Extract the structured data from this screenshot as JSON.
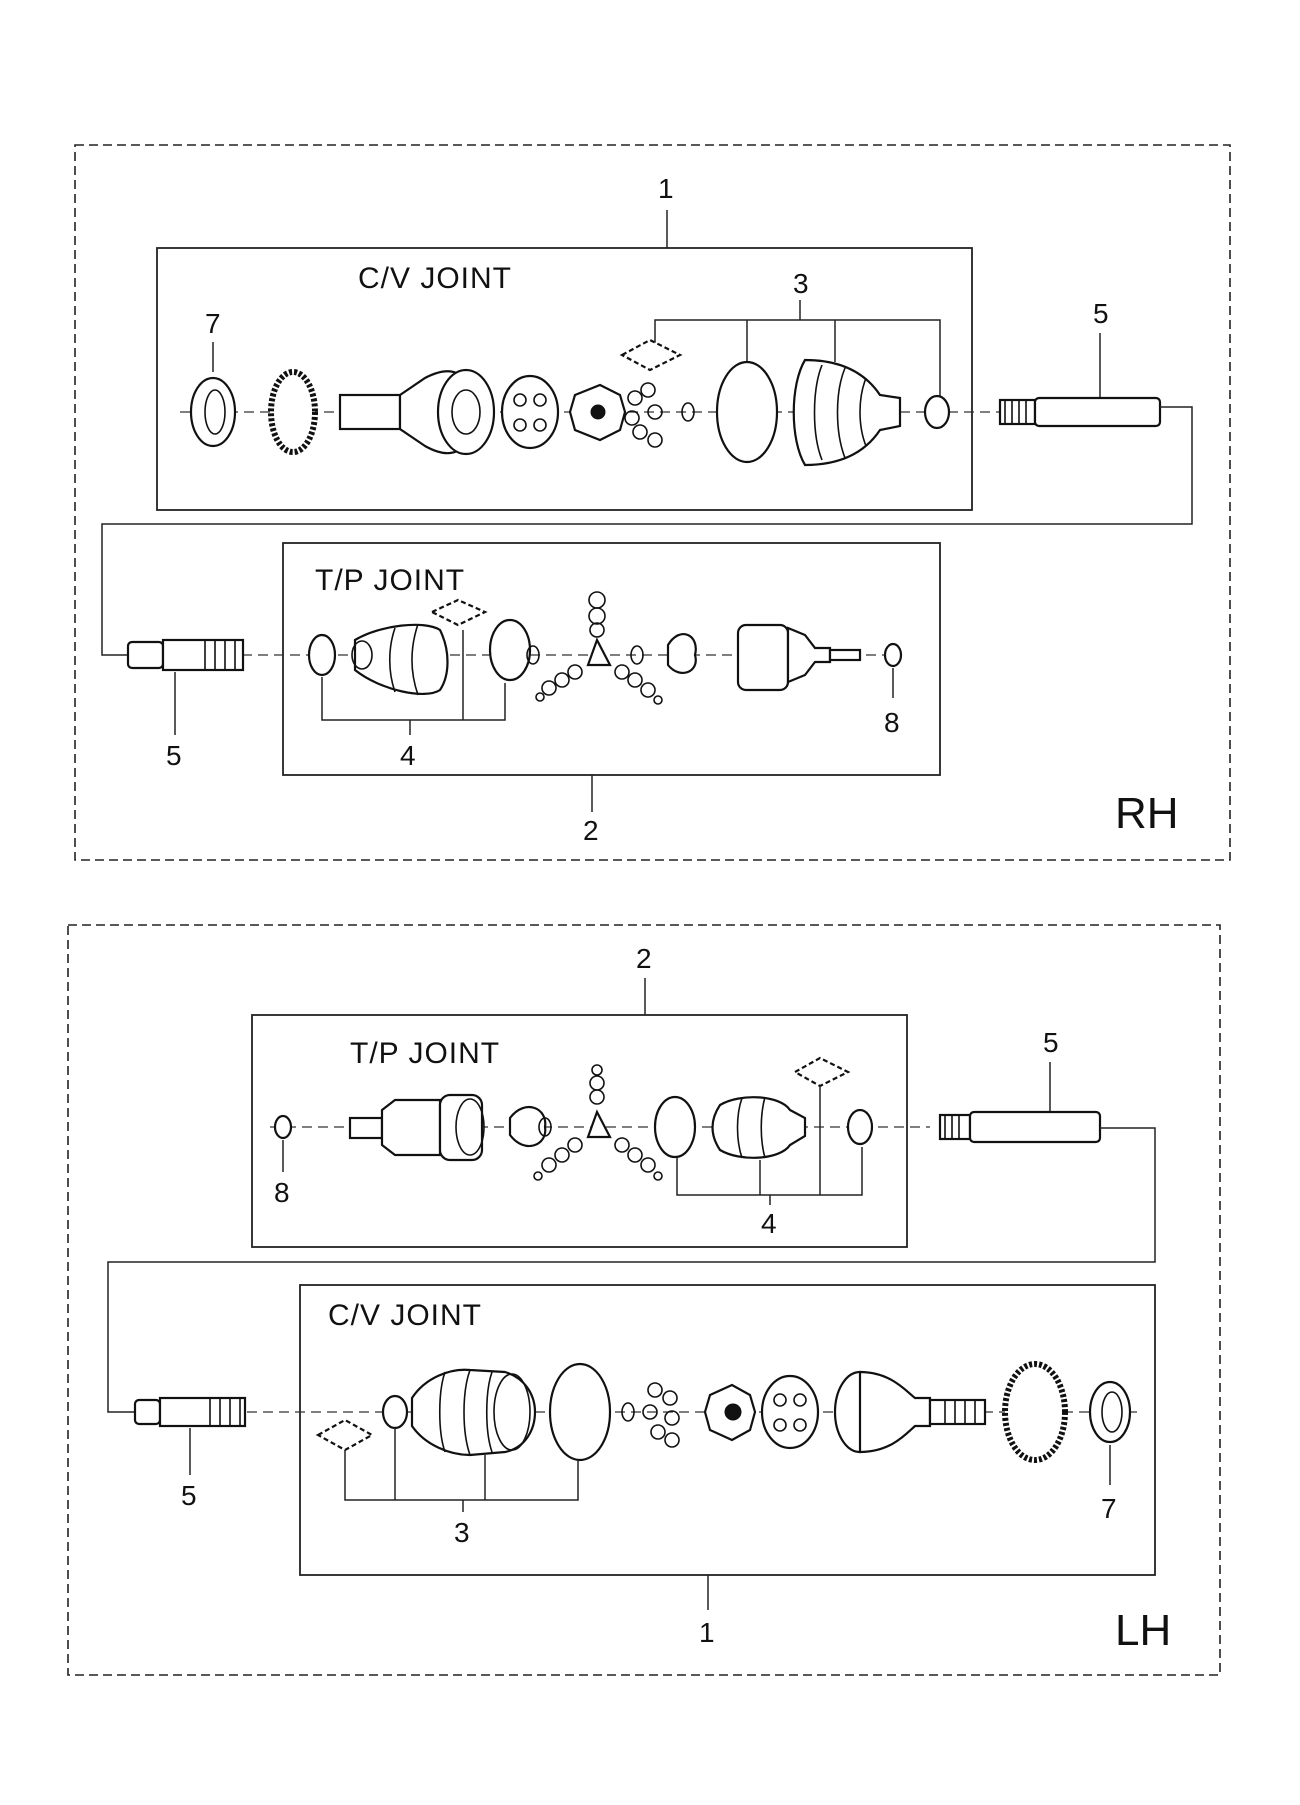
{
  "diagrams": {
    "rh": {
      "side_label": "RH",
      "cv_joint_title": "C/V JOINT",
      "tp_joint_title": "T/P JOINT",
      "callouts": {
        "cv_joint_assy": "1",
        "tp_joint_assy": "2",
        "cv_boot_kit": "3",
        "tp_boot_kit": "4",
        "shaft_upper": "5",
        "shaft_lower": "5",
        "cv_ring": "7",
        "circlip": "8"
      }
    },
    "lh": {
      "side_label": "LH",
      "cv_joint_title": "C/V JOINT",
      "tp_joint_title": "T/P JOINT",
      "callouts": {
        "cv_joint_assy": "1",
        "tp_joint_assy": "2",
        "cv_boot_kit": "3",
        "tp_boot_kit": "4",
        "shaft_upper": "5",
        "shaft_lower": "5",
        "cv_ring": "7",
        "circlip": "8"
      }
    }
  }
}
